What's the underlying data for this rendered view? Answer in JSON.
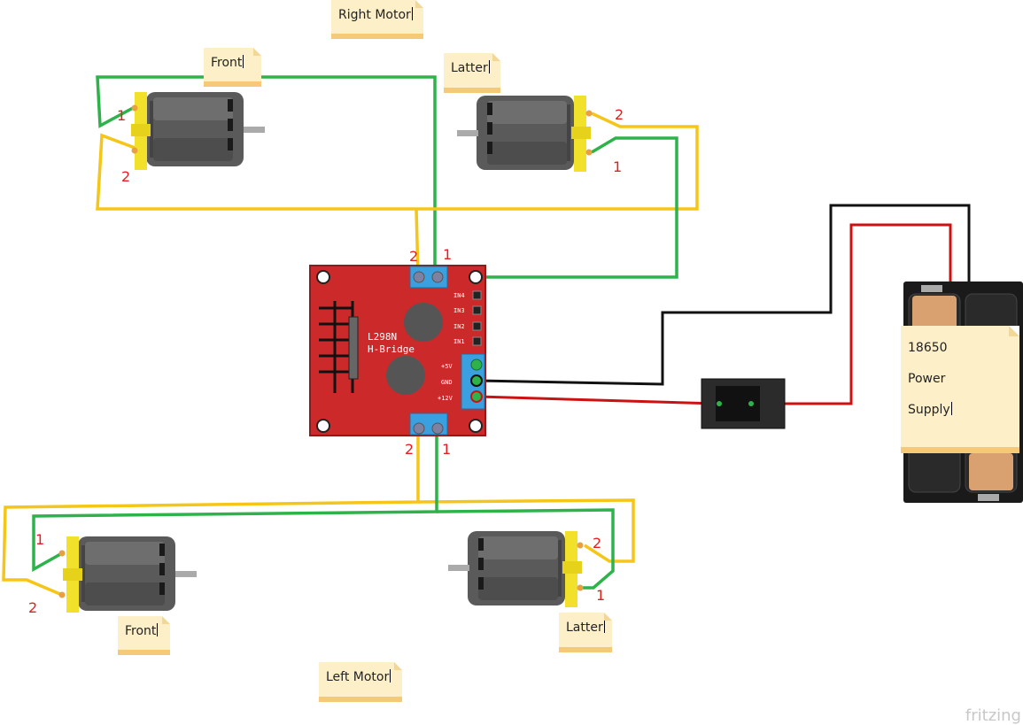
{
  "notes": {
    "right_motor": "Right  Motor",
    "left_motor": "Left Motor",
    "front_top": "Front",
    "latter_top": "Latter",
    "front_bottom": "Front",
    "latter_bottom": "Latter"
  },
  "power_supply": {
    "line1": "18650",
    "line2": "Power",
    "line3": "Supply"
  },
  "board": {
    "name_line1": "L298N",
    "name_line2": "H-Bridge",
    "in4": "IN4",
    "in3": "IN3",
    "in2": "IN2",
    "in1": "IN1",
    "v5": "+5V",
    "gnd": "GND",
    "v12": "+12V"
  },
  "pin_labels": {
    "top_left_motor_1": "1",
    "top_left_motor_2": "2",
    "top_right_motor_2": "2",
    "top_right_motor_1": "1",
    "board_top_2": "2",
    "board_top_1": "1",
    "board_bottom_2": "2",
    "board_bottom_1": "1",
    "bottom_left_motor_1": "1",
    "bottom_left_motor_2": "2",
    "bottom_right_motor_2": "2",
    "bottom_right_motor_1": "1"
  },
  "watermark": "fritzing",
  "colors": {
    "wire_green": "#2db34a",
    "wire_yellow": "#f5c518",
    "wire_red": "#cc1111",
    "wire_black": "#111111",
    "board_red": "#cc2a2a",
    "terminal_blue": "#3aa0e0",
    "motor_gray": "#5a5a5a",
    "motor_yellow": "#f2e12a",
    "pin_label_red": "#e02020"
  }
}
